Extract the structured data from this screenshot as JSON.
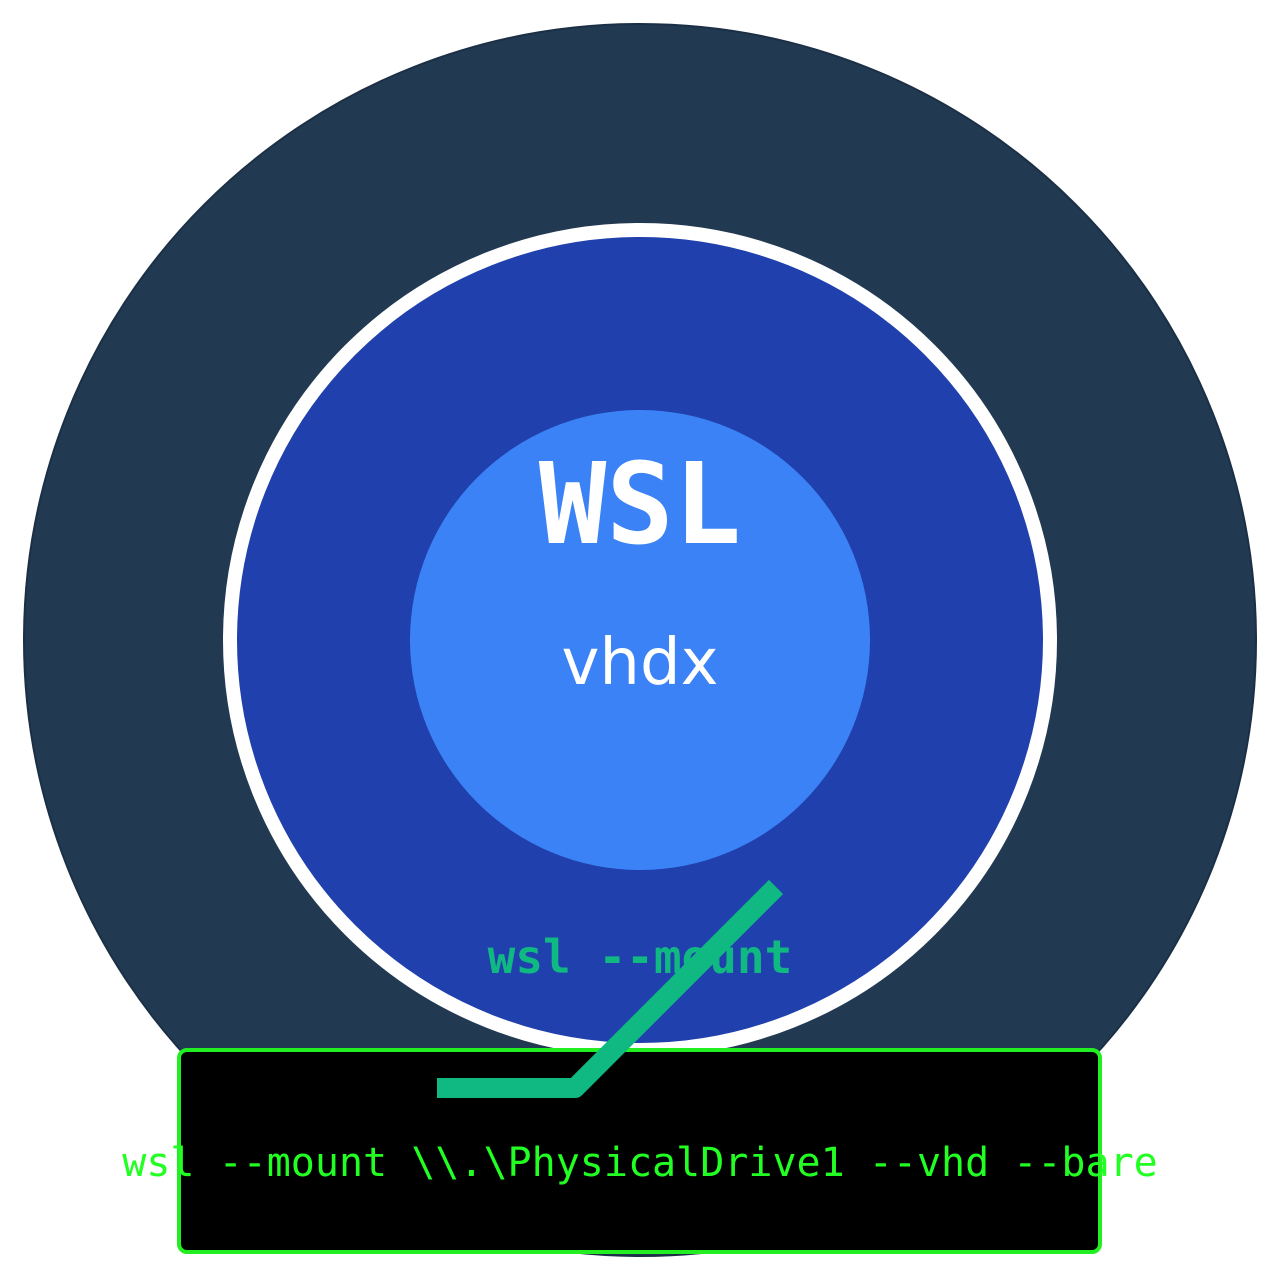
{
  "diagram": {
    "core_title": "WSL",
    "core_subtitle": "vhdx",
    "mount_label": "wsl --mount",
    "command": "wsl --mount \\\\.\\PhysicalDrive1 --vhd --bare"
  },
  "colors": {
    "background": "#ffffff",
    "outer_disc": "#223952",
    "middle_disc": "#1f40ad",
    "inner_disc": "#3b82f6",
    "ring": "#ffffff",
    "accent_teal": "#10b981",
    "terminal_bg": "#000000",
    "terminal_border": "#22ee22",
    "terminal_text": "#22ff22"
  }
}
